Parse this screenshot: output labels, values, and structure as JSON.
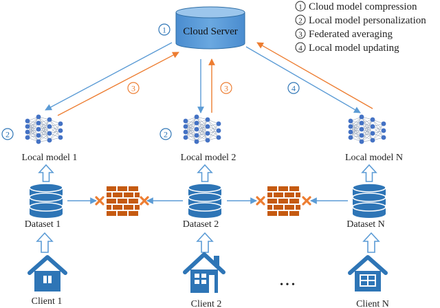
{
  "server": {
    "label": "Cloud Server"
  },
  "legend": [
    {
      "num": "1",
      "text": "Cloud model compression"
    },
    {
      "num": "2",
      "text": "Local model personalization"
    },
    {
      "num": "3",
      "text": "Federated averaging"
    },
    {
      "num": "4",
      "text": "Local model updating"
    }
  ],
  "step_markers": {
    "compression": "1",
    "personalization_1": "2",
    "personalization_2": "2",
    "averaging_1": "3",
    "averaging_2": "3",
    "updating": "4"
  },
  "models": [
    "Local model 1",
    "Local model 2",
    "Local model N"
  ],
  "datasets": [
    "Dataset 1",
    "Dataset 2",
    "Dataset N"
  ],
  "clients": [
    "Client 1",
    "Client 2",
    "Client N"
  ],
  "ellipsis": "• • •",
  "colors": {
    "blue_arrow": "#5b9bd5",
    "orange_arrow": "#ed7d31",
    "server_fill": "#5b9bd5",
    "database": "#2e75b6",
    "neuron": "#4472c4",
    "house": "#2e75b6",
    "brick": "#c55a11",
    "block_x": "#ed7d31",
    "text": "#222222"
  },
  "icons": [
    "database-icon",
    "neural-network-icon",
    "house-icon",
    "firewall-icon",
    "block-x-icon"
  ]
}
